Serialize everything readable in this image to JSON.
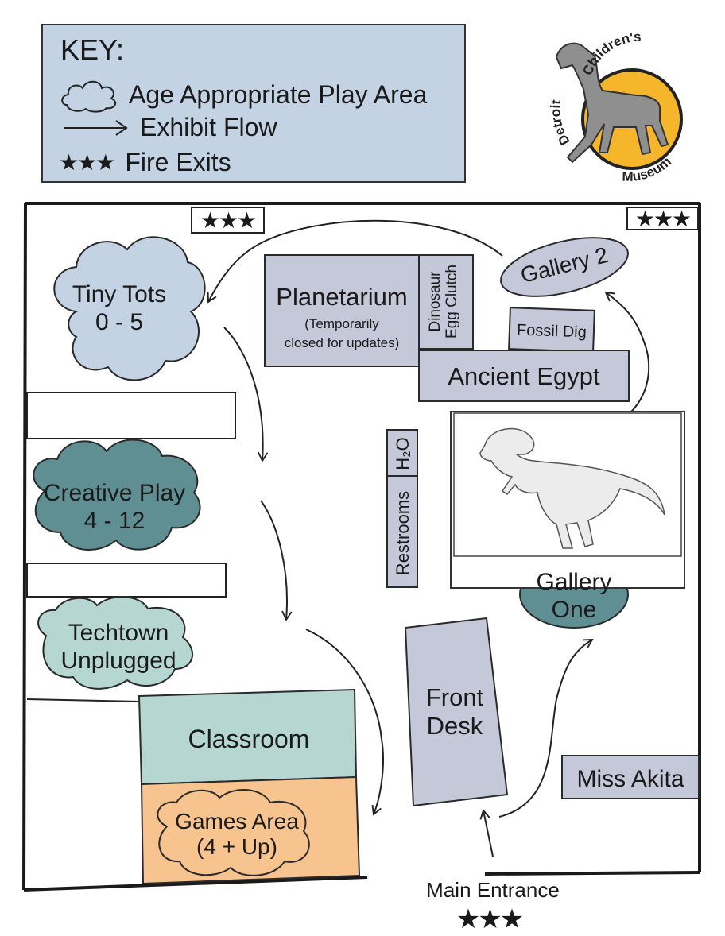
{
  "key": {
    "title": "KEY:",
    "play_area": "Age Appropriate Play Area",
    "exhibit_flow": "Exhibit Flow",
    "fire_exits": "Fire Exits"
  },
  "logo": {
    "text_children": "Children's",
    "text_detroit": "Detroit",
    "text_museum": "Museum"
  },
  "play_areas": {
    "tiny_tots": {
      "name": "Tiny Tots",
      "ages": "0 - 5"
    },
    "creative_play": {
      "name": "Creative Play",
      "ages": "4 - 12"
    },
    "techtown": {
      "name": "Techtown",
      "name2": "Unplugged"
    },
    "games": {
      "name": "Games Area",
      "ages": "(4 + Up)"
    }
  },
  "rooms": {
    "planetarium": "Planetarium",
    "planetarium_note1": "(Temporarily",
    "planetarium_note2": "closed for updates)",
    "dinosaur1": "Dinosaur",
    "dinosaur2": "Egg Clutch",
    "gallery2": "Gallery 2",
    "fossil_dig": "Fossil Dig",
    "ancient_egypt": "Ancient Egypt",
    "h2o": "H₂O",
    "restrooms": "Restrooms",
    "gallery_one1": "Gallery",
    "gallery_one2": "One",
    "front_desk1": "Front",
    "front_desk2": "Desk",
    "classroom": "Classroom",
    "miss_akita": "Miss Akita"
  },
  "entrance": "Main Entrance",
  "fire_exit_symbol": "★★★",
  "colors": {
    "key_bg": "#c3d3e4",
    "light_blue": "#c3d3e4",
    "dark_teal": "#5f8f92",
    "light_teal": "#b6d6d2",
    "grey_blue": "#c4c8d8",
    "orange": "#f7c48f",
    "logo_yellow": "#f5b62c"
  }
}
